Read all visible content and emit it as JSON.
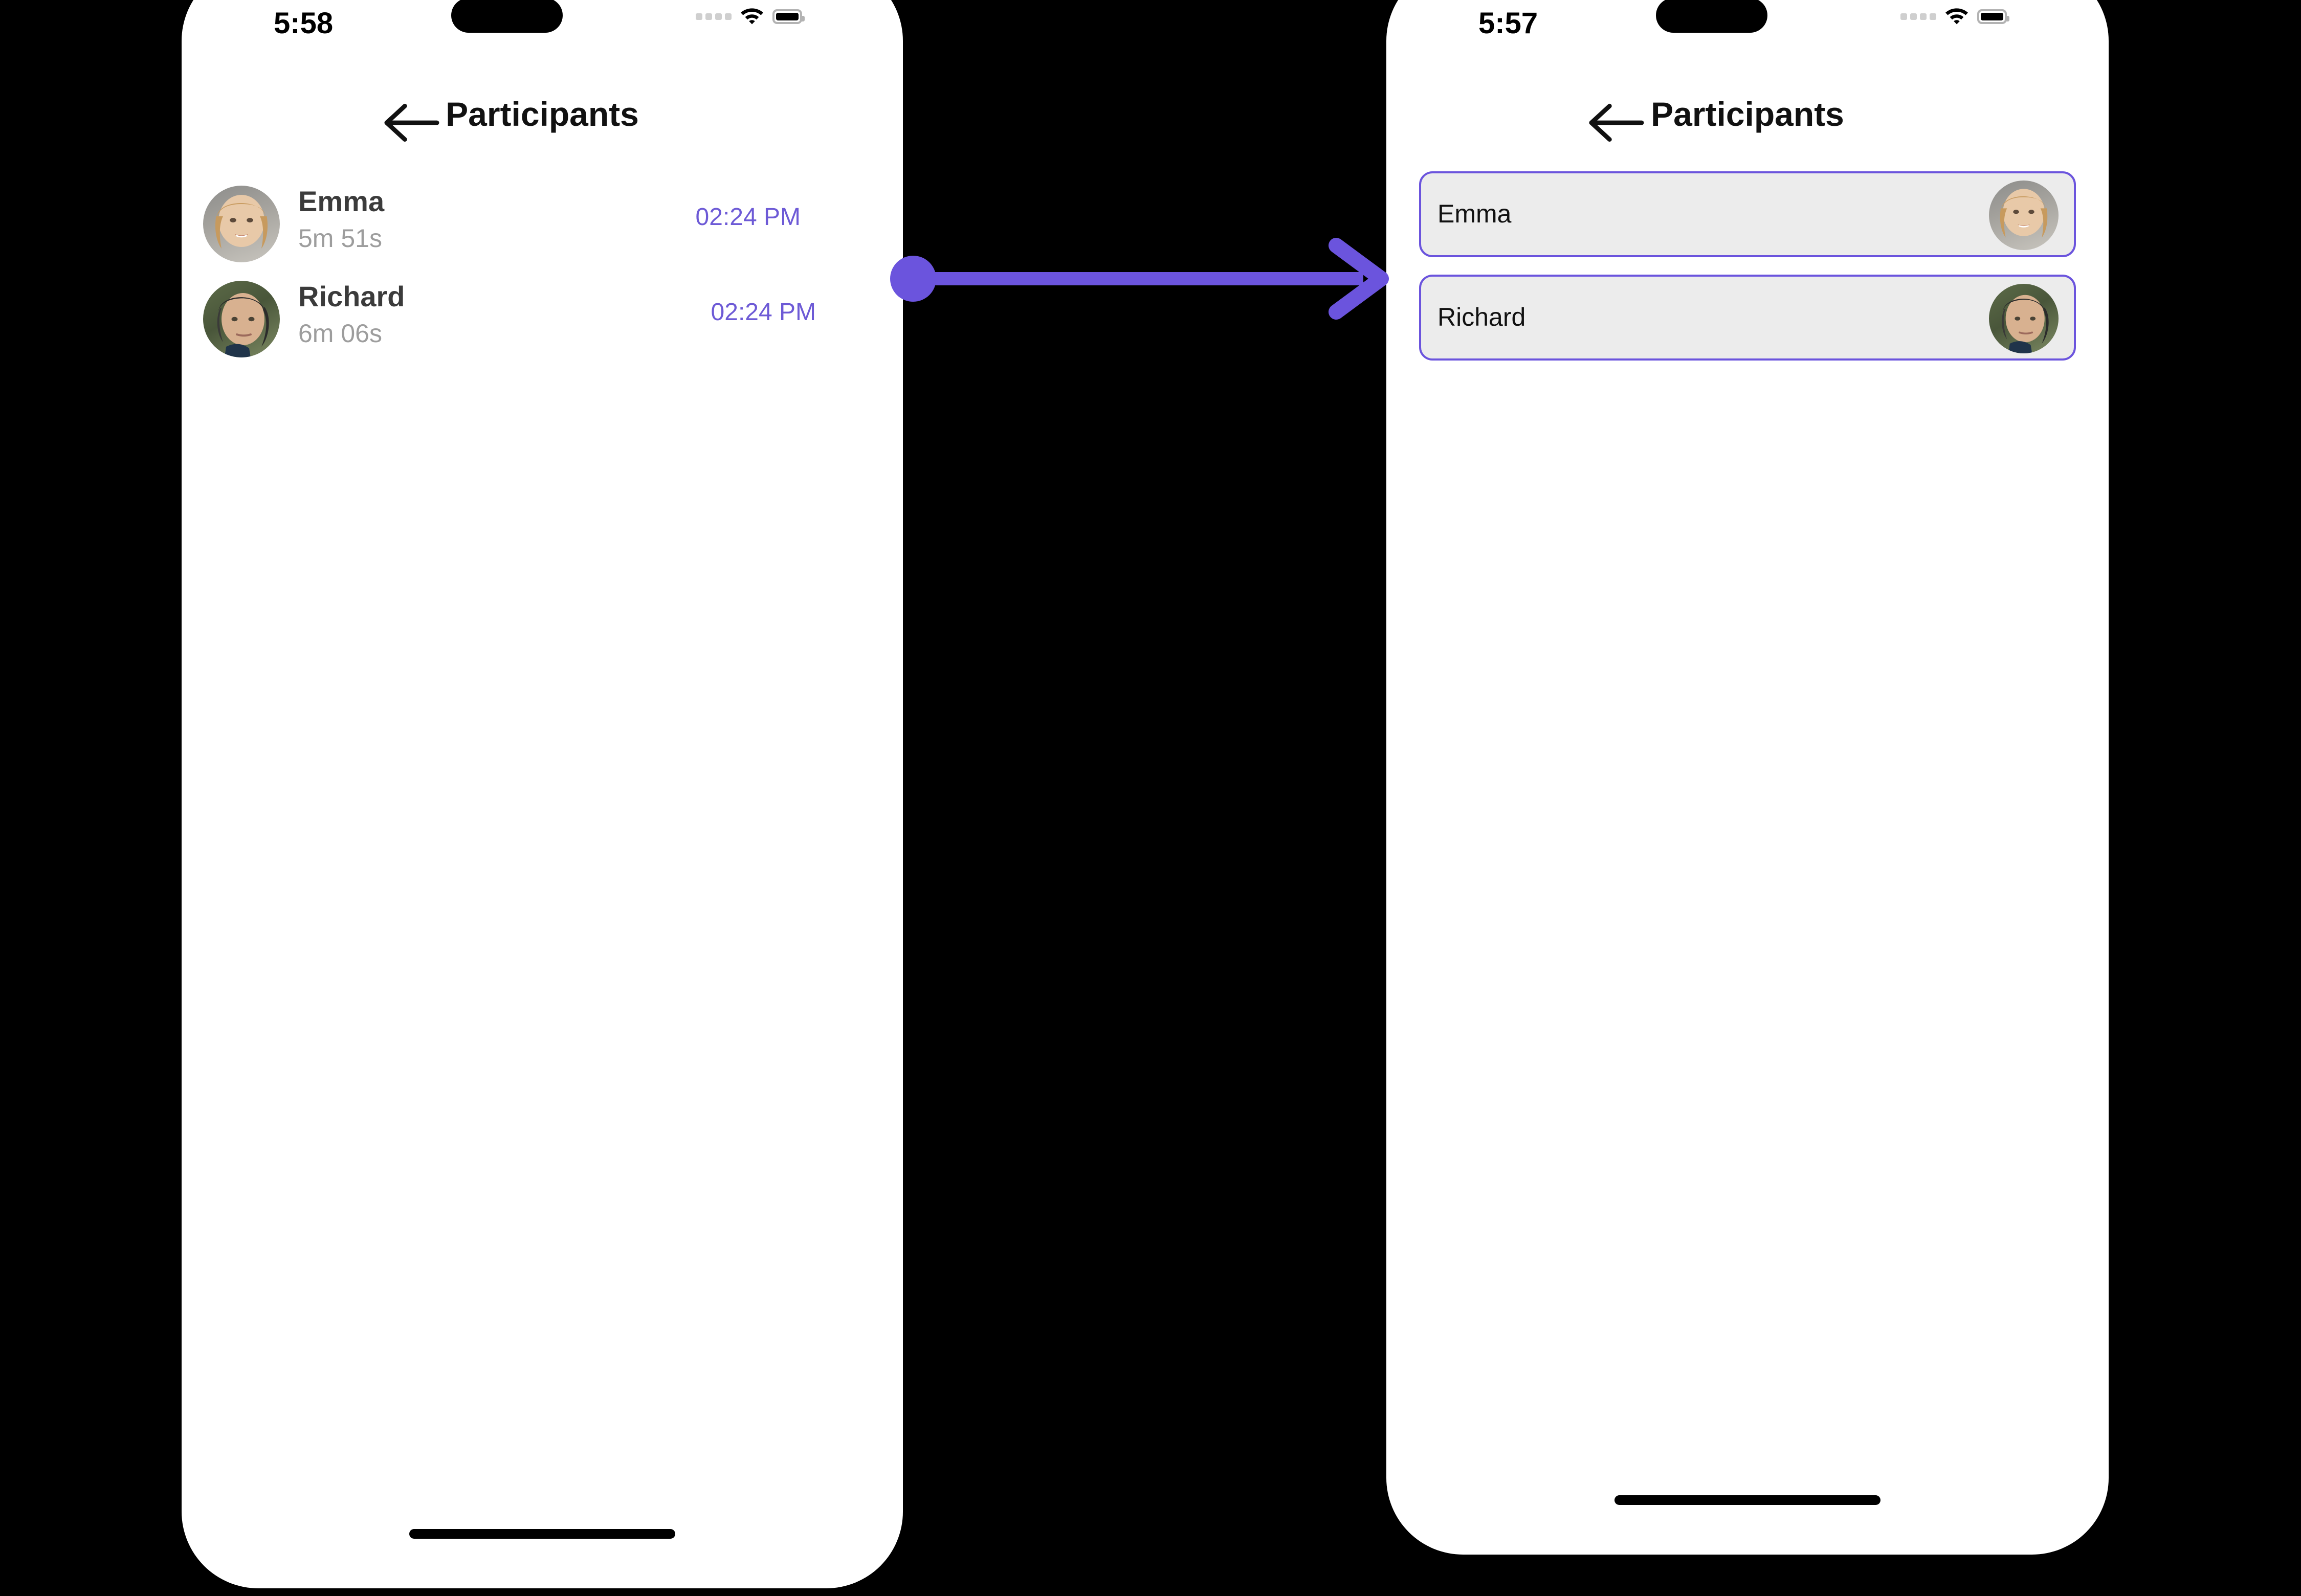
{
  "canvas": {
    "background": "#000000"
  },
  "theme": {
    "accent_purple": "#6b54dd",
    "timestamp_purple": "#6d5ad6",
    "card_background": "#ececec",
    "screen_background": "#ffffff",
    "name_gray": "#3b3b3b",
    "duration_gray": "#9d9d9d"
  },
  "screens": [
    {
      "id": "before",
      "status_bar": {
        "time": "5:58",
        "icons": [
          "signal-dots-icon",
          "wifi-icon",
          "battery-icon"
        ]
      },
      "nav": {
        "back_icon": "back-arrow-icon",
        "title": "Participants"
      },
      "participants": [
        {
          "name": "Emma",
          "duration": "5m 51s",
          "time": "02:24 PM",
          "avatar": "emma-avatar"
        },
        {
          "name": "Richard",
          "duration": "6m 06s",
          "time": "02:24 PM",
          "avatar": "richard-avatar"
        }
      ]
    },
    {
      "id": "after",
      "status_bar": {
        "time": "5:57",
        "icons": [
          "signal-dots-icon",
          "wifi-icon",
          "battery-icon"
        ]
      },
      "nav": {
        "back_icon": "back-arrow-icon",
        "title": "Participants"
      },
      "participants": [
        {
          "name": "Emma",
          "avatar": "emma-avatar"
        },
        {
          "name": "Richard",
          "avatar": "richard-avatar"
        }
      ]
    }
  ],
  "connector": {
    "type": "arrow",
    "color": "#6b54dd",
    "from": "before-screen-emma-row",
    "to": "after-screen-emma-card"
  }
}
